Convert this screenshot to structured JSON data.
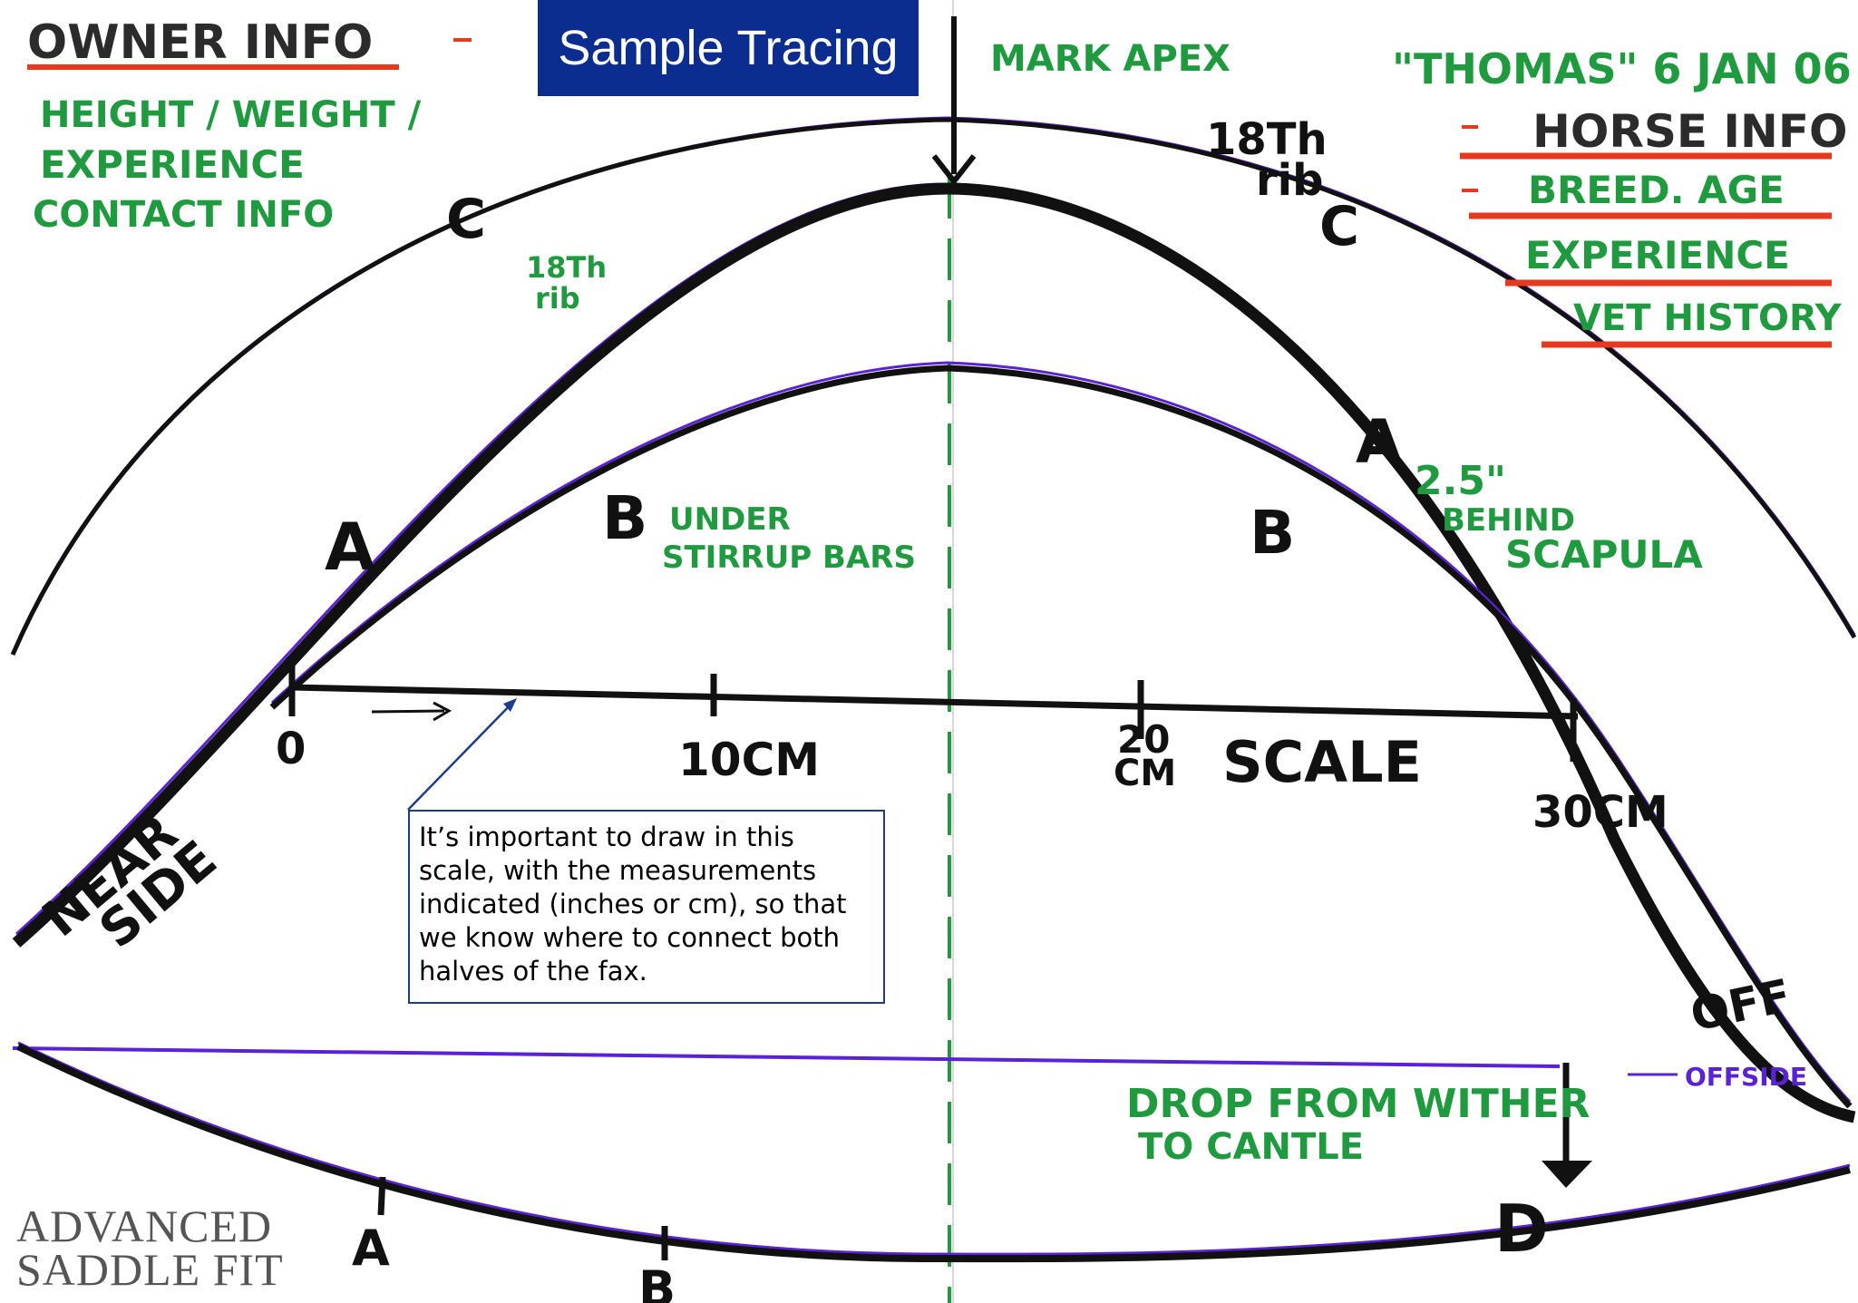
{
  "title": "Sample Tracing",
  "owner": {
    "heading": "OWNER INFO",
    "line1": "HEIGHT / WEIGHT /",
    "line2": "EXPERIENCE",
    "line3": "CONTACT INFO"
  },
  "horse": {
    "name_date": "\"THOMAS\"  6 JAN 06",
    "heading": "HORSE INFO",
    "line1": "BREED. AGE",
    "line2": "EXPERIENCE",
    "line3": "VET HISTORY"
  },
  "labels": {
    "mark_apex": "MARK APEX",
    "rib_right": "18Th rib",
    "rib_right_1": "18Th",
    "rib_right_2": "rib",
    "rib_left_1": "18Th",
    "rib_left_2": "rib",
    "c_left": "C",
    "c_right": "C",
    "a_left": "A",
    "a_right": "A",
    "b_left": "B",
    "b_right": "B",
    "under_1": "UNDER",
    "under_2": "STIRRUP BARS",
    "behind_1": "2.5\"",
    "behind_2": "BEHIND",
    "behind_3": "SCAPULA",
    "scale_0": "0",
    "scale_10": "10CM",
    "scale_20a": "20",
    "scale_20b": "CM",
    "scale_word": "SCALE",
    "scale_30": "30CM",
    "near_1": "NEAR",
    "near_2": "SIDE",
    "off": "OFF",
    "offside": "OFFSIDE",
    "drop_1": "DROP FROM WITHER",
    "drop_2": "TO CANTLE",
    "a_bottom": "A",
    "b_bottom": "B",
    "d_bottom": "D"
  },
  "note": "It’s important to draw in this scale, with the measurements indicated (inches or cm), so that we know where to connect both halves of the fax.",
  "logo": {
    "line1": "ADVANCED",
    "line2": "SADDLE FIT"
  },
  "colors": {
    "title_bg": "#0b2d8f",
    "red_underline": "#e8391e",
    "green_text": "#1f9a3f",
    "purple_line": "#5a22d6",
    "ink": "#111111"
  }
}
